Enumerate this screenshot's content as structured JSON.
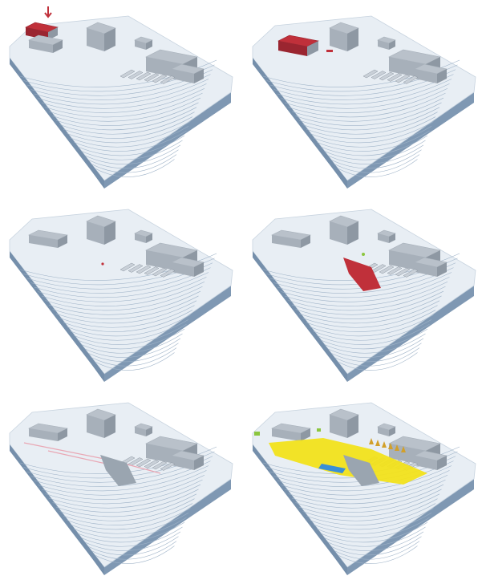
{
  "figure": {
    "panels": [
      {
        "stage": 1,
        "elements": [
          "terrain-block",
          "contour-lines",
          "gray-buildings",
          "red-existing-building",
          "red-arrow"
        ]
      },
      {
        "stage": 2,
        "elements": [
          "terrain-block",
          "contour-lines",
          "gray-buildings",
          "red-building-extension",
          "red-marker"
        ]
      },
      {
        "stage": 3,
        "elements": [
          "terrain-block",
          "contour-lines",
          "gray-buildings",
          "red-point-marker"
        ]
      },
      {
        "stage": 4,
        "elements": [
          "terrain-block",
          "contour-lines",
          "gray-buildings",
          "red-wedge-building",
          "green-marker"
        ]
      },
      {
        "stage": 5,
        "elements": [
          "terrain-block",
          "contour-lines",
          "gray-buildings",
          "pink-paths",
          "wedge-building"
        ]
      },
      {
        "stage": 6,
        "elements": [
          "terrain-block",
          "contour-lines",
          "gray-buildings",
          "yellow-landscape",
          "blue-water",
          "trees",
          "green-markers",
          "wedge-building"
        ]
      }
    ],
    "colors": {
      "terrain_top": "#e8eef4",
      "terrain_side": "#7f98b3",
      "terrain_side_dark": "#6a84a0",
      "contour": "#9fb3c8",
      "building": "#b9c1ca",
      "building_dark": "#8e98a3",
      "accent_red": "#c0303a",
      "landscape_yellow": "#f2e21b",
      "water_blue": "#3a8fd6",
      "accent_green": "#8cc63f",
      "path_pink": "#e9a7b4"
    }
  }
}
